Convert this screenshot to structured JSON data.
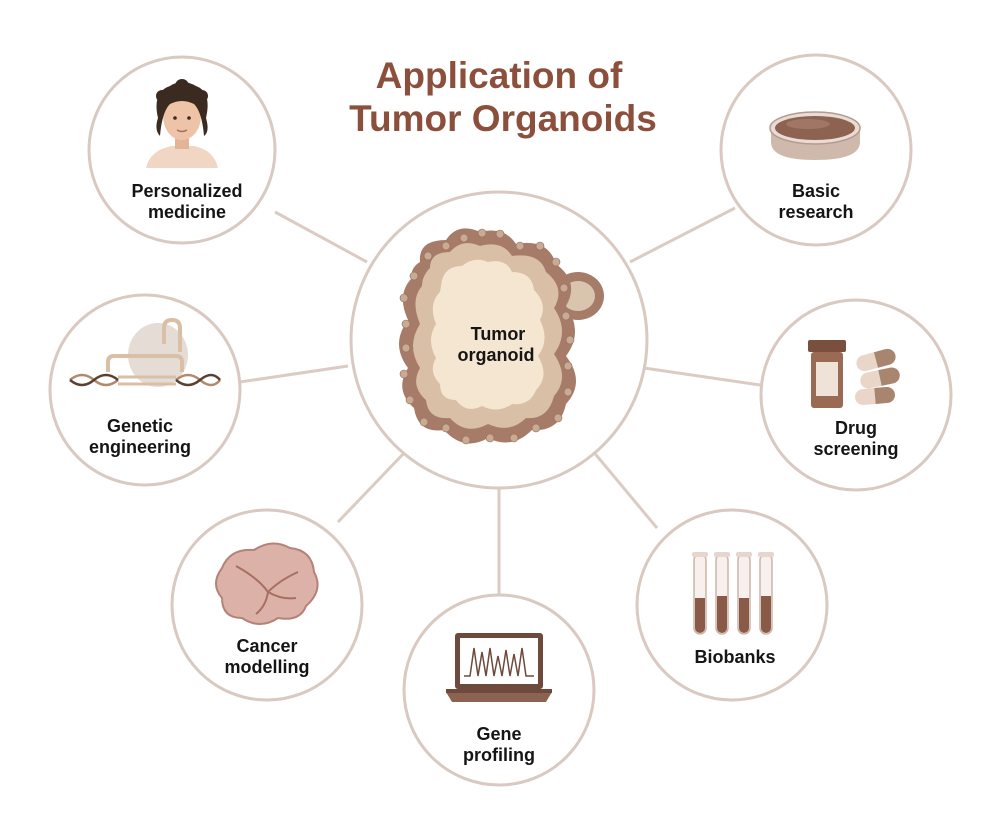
{
  "colors": {
    "title": "#8c4f3c",
    "connector": "#dccbc3",
    "circle_stroke": "#d9c9c0",
    "label": "#151515",
    "brown_dark": "#7a4f3e",
    "brown_mid": "#a67c69",
    "tan": "#d8bfa6",
    "cream": "#f5e6d2",
    "pink_tissue": "#dcb2a8"
  },
  "title": {
    "line1": "Application of",
    "line2": "Tumor Organoids"
  },
  "center": {
    "line1": "Tumor",
    "line2": "organoid",
    "icon": "tumor-organoid-icon"
  },
  "nodes": [
    {
      "id": "personalized-medicine",
      "line1": "Personalized",
      "line2": "medicine",
      "icon": "person-portrait-icon"
    },
    {
      "id": "basic-research",
      "line1": "Basic",
      "line2": "research",
      "icon": "petri-dish-icon"
    },
    {
      "id": "genetic-engineering",
      "line1": "Genetic",
      "line2": "engineering",
      "icon": "dna-editing-icon"
    },
    {
      "id": "drug-screening",
      "line1": "Drug",
      "line2": "screening",
      "icon": "pill-bottle-icon"
    },
    {
      "id": "cancer-modelling",
      "line1": "Cancer",
      "line2": "modelling",
      "icon": "tissue-mass-icon"
    },
    {
      "id": "gene-profiling",
      "line1": "Gene",
      "line2": "profiling",
      "icon": "laptop-chromatogram-icon"
    },
    {
      "id": "biobanks",
      "line1": "Biobanks",
      "line2": "",
      "icon": "test-tubes-icon"
    }
  ]
}
